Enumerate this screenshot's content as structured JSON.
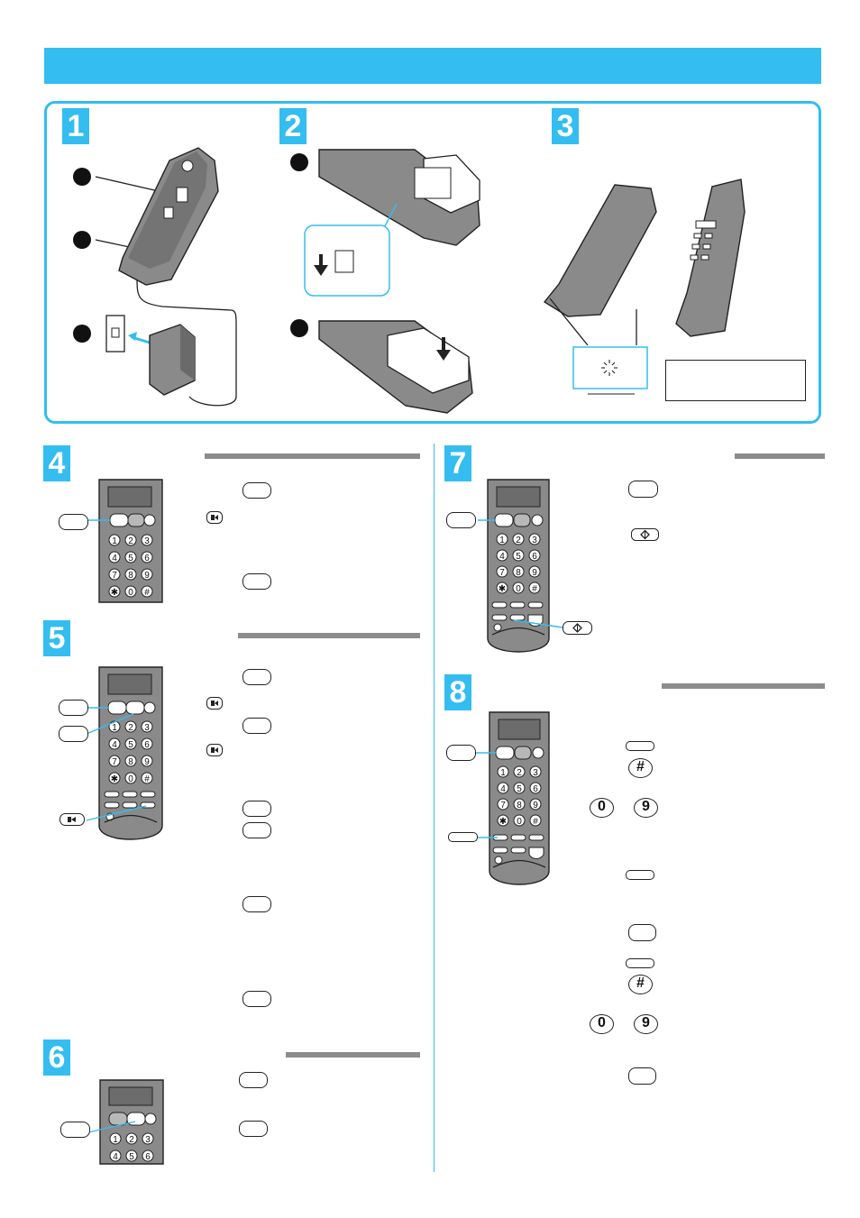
{
  "steps": {
    "s1": "1",
    "s2": "2",
    "s3": "3",
    "s4": "4",
    "s5": "5",
    "s6": "6",
    "s7": "7",
    "s8": "8"
  },
  "keypad": {
    "row1": [
      "1",
      "2",
      "3"
    ],
    "row2": [
      "4",
      "5",
      "6"
    ],
    "row3": [
      "7",
      "8",
      "9"
    ],
    "row4": [
      "✱",
      "0",
      "#"
    ]
  },
  "step8_digits": {
    "first_a": "0",
    "first_b": "9",
    "second_a": "0",
    "second_b": "9",
    "hash": "#"
  },
  "icons": {
    "intercom": "intercom-icon",
    "memory": "memory-diamond-icon",
    "led": "charge-led-icon"
  },
  "colors": {
    "accent": "#33bdf0",
    "rule": "#8c8c8c",
    "handset": "#8a8a8a"
  }
}
